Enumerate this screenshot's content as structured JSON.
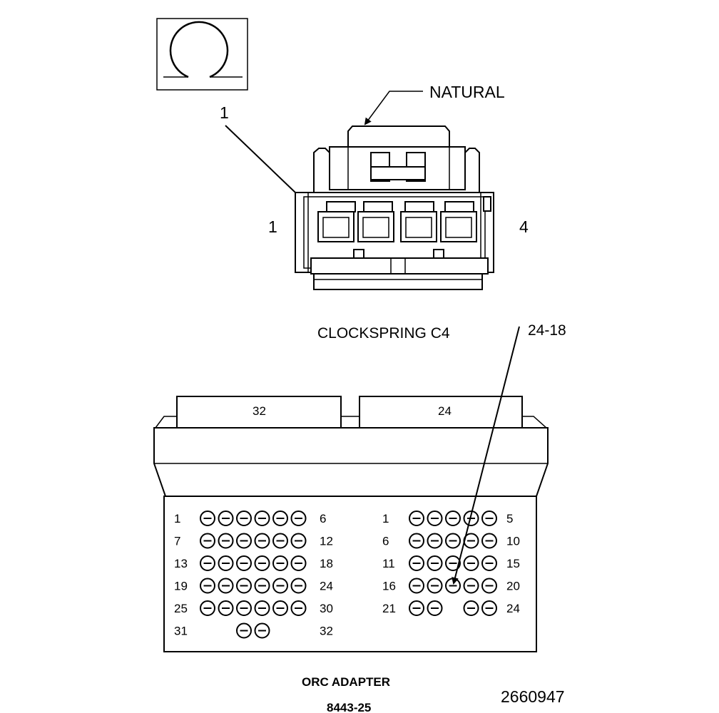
{
  "symbol": {
    "name": "omega-terminal-symbol-icon"
  },
  "clockspring": {
    "natural_label": "NATURAL",
    "callout_label": "1",
    "end_left": "1",
    "end_right": "4",
    "title": "CLOCKSPRING C4"
  },
  "orc": {
    "callout_label": "24-18",
    "left_tab": "32",
    "right_tab": "24",
    "left_rows": [
      {
        "start": "1",
        "end": "6",
        "pins": [
          1,
          1,
          1,
          1,
          1,
          1
        ]
      },
      {
        "start": "7",
        "end": "12",
        "pins": [
          1,
          1,
          1,
          1,
          1,
          1
        ]
      },
      {
        "start": "13",
        "end": "18",
        "pins": [
          1,
          1,
          1,
          1,
          1,
          1
        ]
      },
      {
        "start": "19",
        "end": "24",
        "pins": [
          1,
          1,
          1,
          1,
          1,
          1
        ]
      },
      {
        "start": "25",
        "end": "30",
        "pins": [
          1,
          1,
          1,
          1,
          1,
          1
        ]
      },
      {
        "start": "31",
        "end": "32",
        "pins": [
          0,
          0,
          1,
          1,
          0,
          0
        ]
      }
    ],
    "right_rows": [
      {
        "start": "1",
        "end": "5",
        "pins": [
          1,
          1,
          1,
          1,
          1
        ]
      },
      {
        "start": "6",
        "end": "10",
        "pins": [
          1,
          1,
          1,
          1,
          1
        ]
      },
      {
        "start": "11",
        "end": "15",
        "pins": [
          1,
          1,
          1,
          1,
          1
        ]
      },
      {
        "start": "16",
        "end": "20",
        "pins": [
          1,
          1,
          1,
          1,
          1
        ]
      },
      {
        "start": "21",
        "end": "24",
        "pins": [
          1,
          1,
          0,
          1,
          1
        ]
      }
    ],
    "title": "ORC ADAPTER",
    "part_number": "8443-25"
  },
  "figure_id": "2660947"
}
